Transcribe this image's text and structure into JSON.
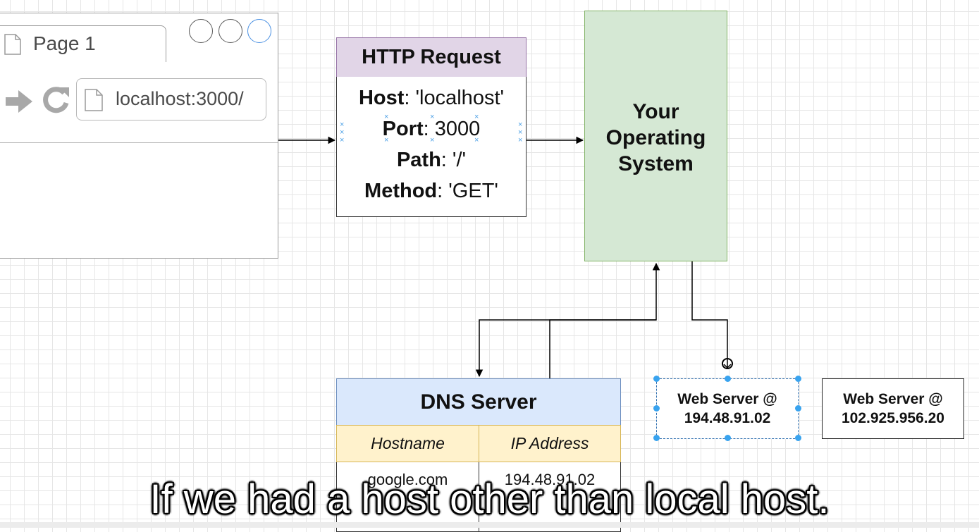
{
  "browser": {
    "tab_label": "Page 1",
    "url": "localhost:3000/",
    "icons": [
      "document-icon",
      "forward-arrow-icon",
      "reload-icon",
      "window-button-icon"
    ],
    "highlight_color": "#4a90e2"
  },
  "http_request": {
    "title": "HTTP Request",
    "fields": [
      {
        "key": "Host",
        "value": ": 'localhost'"
      },
      {
        "key": "Port",
        "value": ": 3000"
      },
      {
        "key": "Path",
        "value": ": '/'"
      },
      {
        "key": "Method",
        "value": ": 'GET'"
      }
    ],
    "header_color": "#e1d5e7"
  },
  "operating_system": {
    "label_lines": [
      "Your",
      "Operating",
      "System"
    ],
    "fill_color": "#d5e8d4"
  },
  "dns_server": {
    "title": "DNS Server",
    "columns": [
      "Hostname",
      "IP Address"
    ],
    "rows": [
      [
        "google.com",
        "194.48.91.02"
      ],
      [
        "",
        ""
      ]
    ],
    "header_color": "#dae8fc",
    "column_header_color": "#fff2cc"
  },
  "web_servers": [
    {
      "line1": "Web Server @",
      "line2": "194.48.91.02"
    },
    {
      "line1": "Web Server @",
      "line2": "102.925.956.20"
    }
  ],
  "caption": "If we had a host other than local host."
}
